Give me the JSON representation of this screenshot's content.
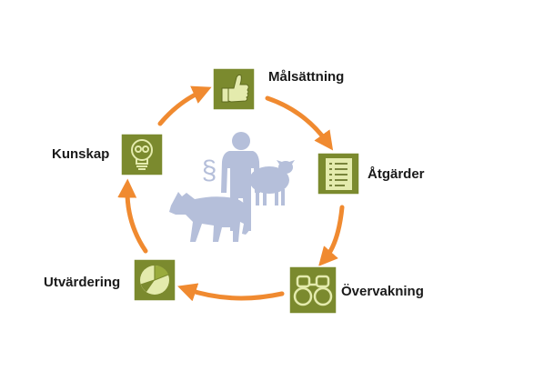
{
  "cycle": {
    "steps": [
      {
        "id": "goal",
        "label": "Målsättning",
        "icon": "thumbs-up-icon"
      },
      {
        "id": "measures",
        "label": "Åtgärder",
        "icon": "checklist-icon"
      },
      {
        "id": "monitoring",
        "label": "Övervakning",
        "icon": "binoculars-icon"
      },
      {
        "id": "evaluation",
        "label": "Utvärdering",
        "icon": "pie-chart-icon"
      },
      {
        "id": "knowledge",
        "label": "Kunskap",
        "icon": "lightbulb-icon"
      }
    ]
  },
  "center": {
    "symbol": "§",
    "figures": [
      "person-icon",
      "sheep-icon",
      "wolf-icon"
    ]
  },
  "colors": {
    "icon_bg": "#7b8a2e",
    "icon_border": "#ffffff",
    "icon_fg": "#dfe7a6",
    "arrow": "#f08a30",
    "silhouette": "#b5bfda"
  }
}
